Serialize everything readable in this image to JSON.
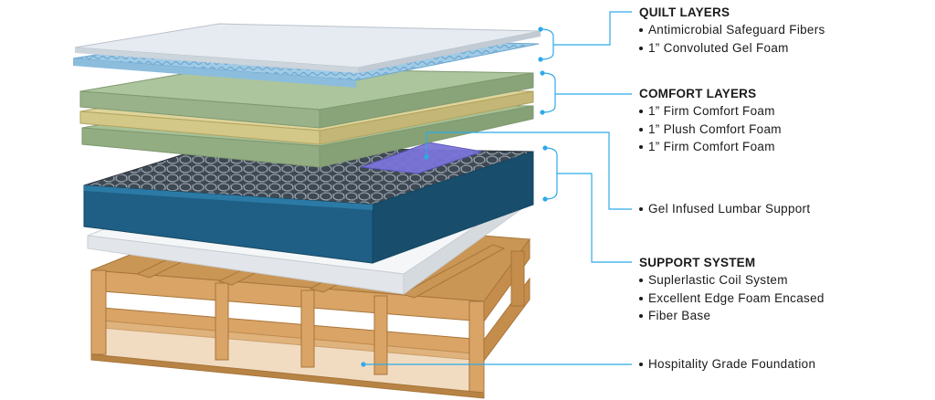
{
  "groups": {
    "quilt": {
      "heading": "QUILT LAYERS",
      "items": [
        "Antimicrobial Safeguard Fibers",
        "1” Convoluted Gel Foam"
      ]
    },
    "comfort": {
      "heading": "COMFORT LAYERS",
      "items": [
        "1” Firm Comfort Foam",
        "1” Plush Comfort Foam",
        "1” Firm Comfort Foam"
      ]
    },
    "lumbar": {
      "items": [
        "Gel Infused Lumbar Support"
      ]
    },
    "support": {
      "heading": "SUPPORT SYSTEM",
      "items": [
        "Suplerlastic Coil System",
        "Excellent Edge Foam Encased",
        "Fiber Base"
      ]
    },
    "foundation": {
      "items": [
        "Hospitality Grade Foundation"
      ]
    }
  },
  "colors": {
    "leader_line": "#2fa9e8",
    "quilt_top": "#dfe6ee",
    "convoluted_foam": "#9fcbe6",
    "firm_foam": "#9ab28a",
    "plush_foam": "#d4c889",
    "lumbar_gel": "#7a74d8",
    "coil_encasement": "#1f5f85",
    "fiber_base": "#eef0f2",
    "foundation_wood": "#d9a466"
  }
}
